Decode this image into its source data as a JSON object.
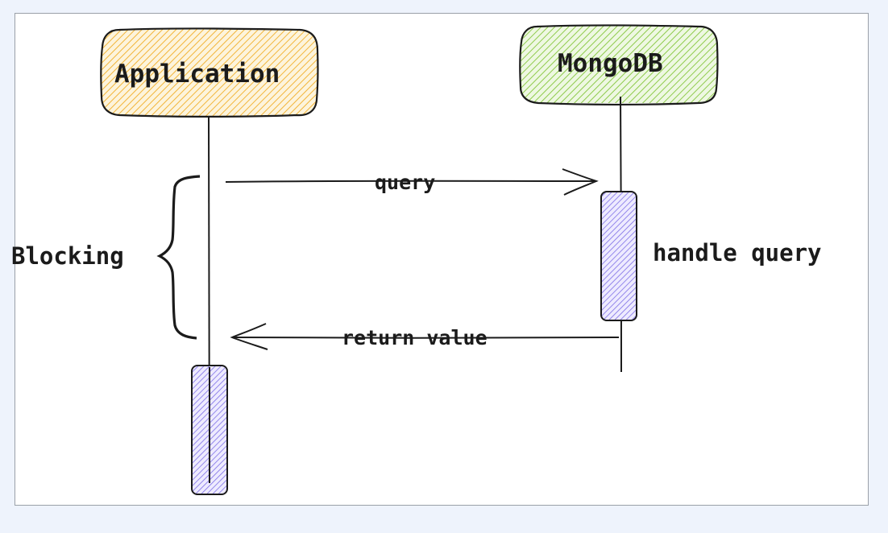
{
  "participants": {
    "application": {
      "label": "Application",
      "fill": "#f7c455"
    },
    "mongodb": {
      "label": "MongoDB",
      "fill": "#a5d86a"
    }
  },
  "messages": {
    "request": "query",
    "response": "return value"
  },
  "annotations": {
    "blocking": "Blocking",
    "handle": "handle query"
  },
  "colors": {
    "activation": "#9a8cf0",
    "stroke": "#1b1b1b"
  }
}
